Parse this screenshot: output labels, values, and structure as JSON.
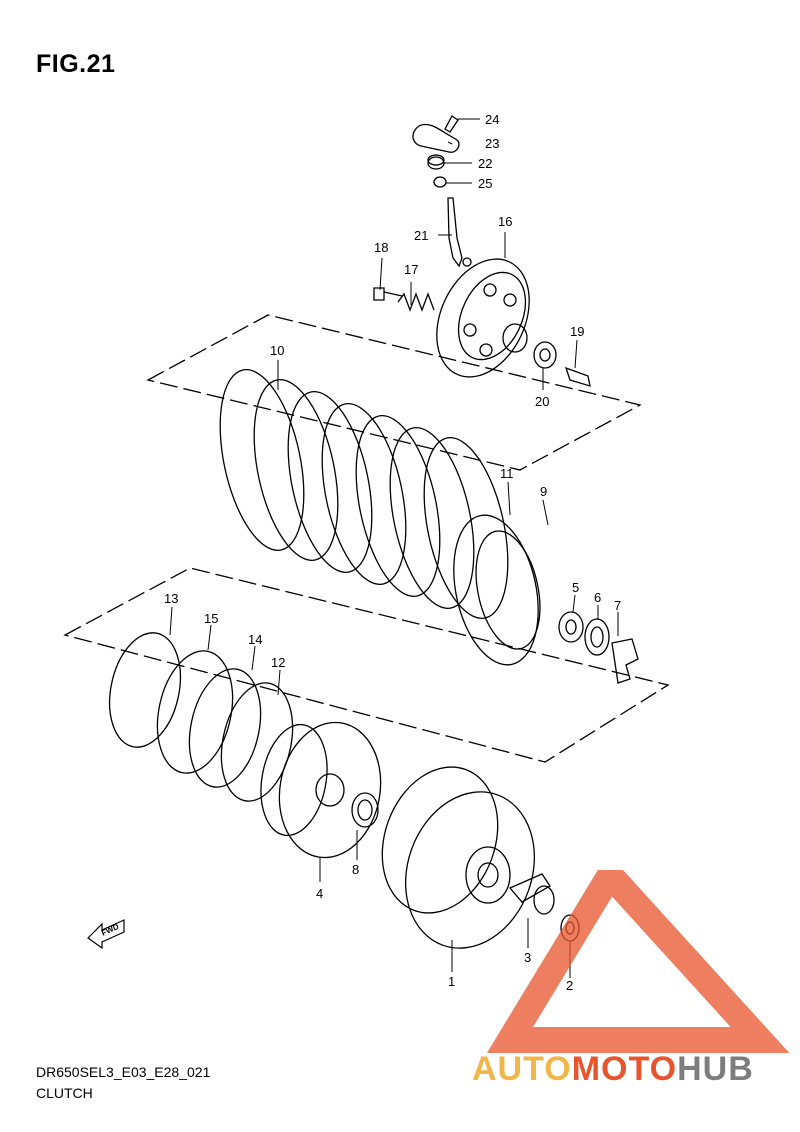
{
  "figure": {
    "title": "FIG.21",
    "model_code": "DR650SEL3_E03_E28_021",
    "section_name": "CLUTCH"
  },
  "direction_marker": {
    "label": "FWD",
    "icon": "forward-arrow-icon"
  },
  "callouts": [
    "1",
    "2",
    "3",
    "4",
    "5",
    "6",
    "7",
    "8",
    "9",
    "10",
    "11",
    "12",
    "13",
    "14",
    "15",
    "16",
    "17",
    "18",
    "19",
    "20",
    "21",
    "22",
    "23",
    "24",
    "25"
  ],
  "watermark": {
    "brand_part1": "AUTO",
    "brand_part2": "MOTO",
    "brand_part3": "HUB",
    "colors": {
      "light": "#f0b64a",
      "red": "#e8542c",
      "gray": "#7d7d7d"
    }
  }
}
